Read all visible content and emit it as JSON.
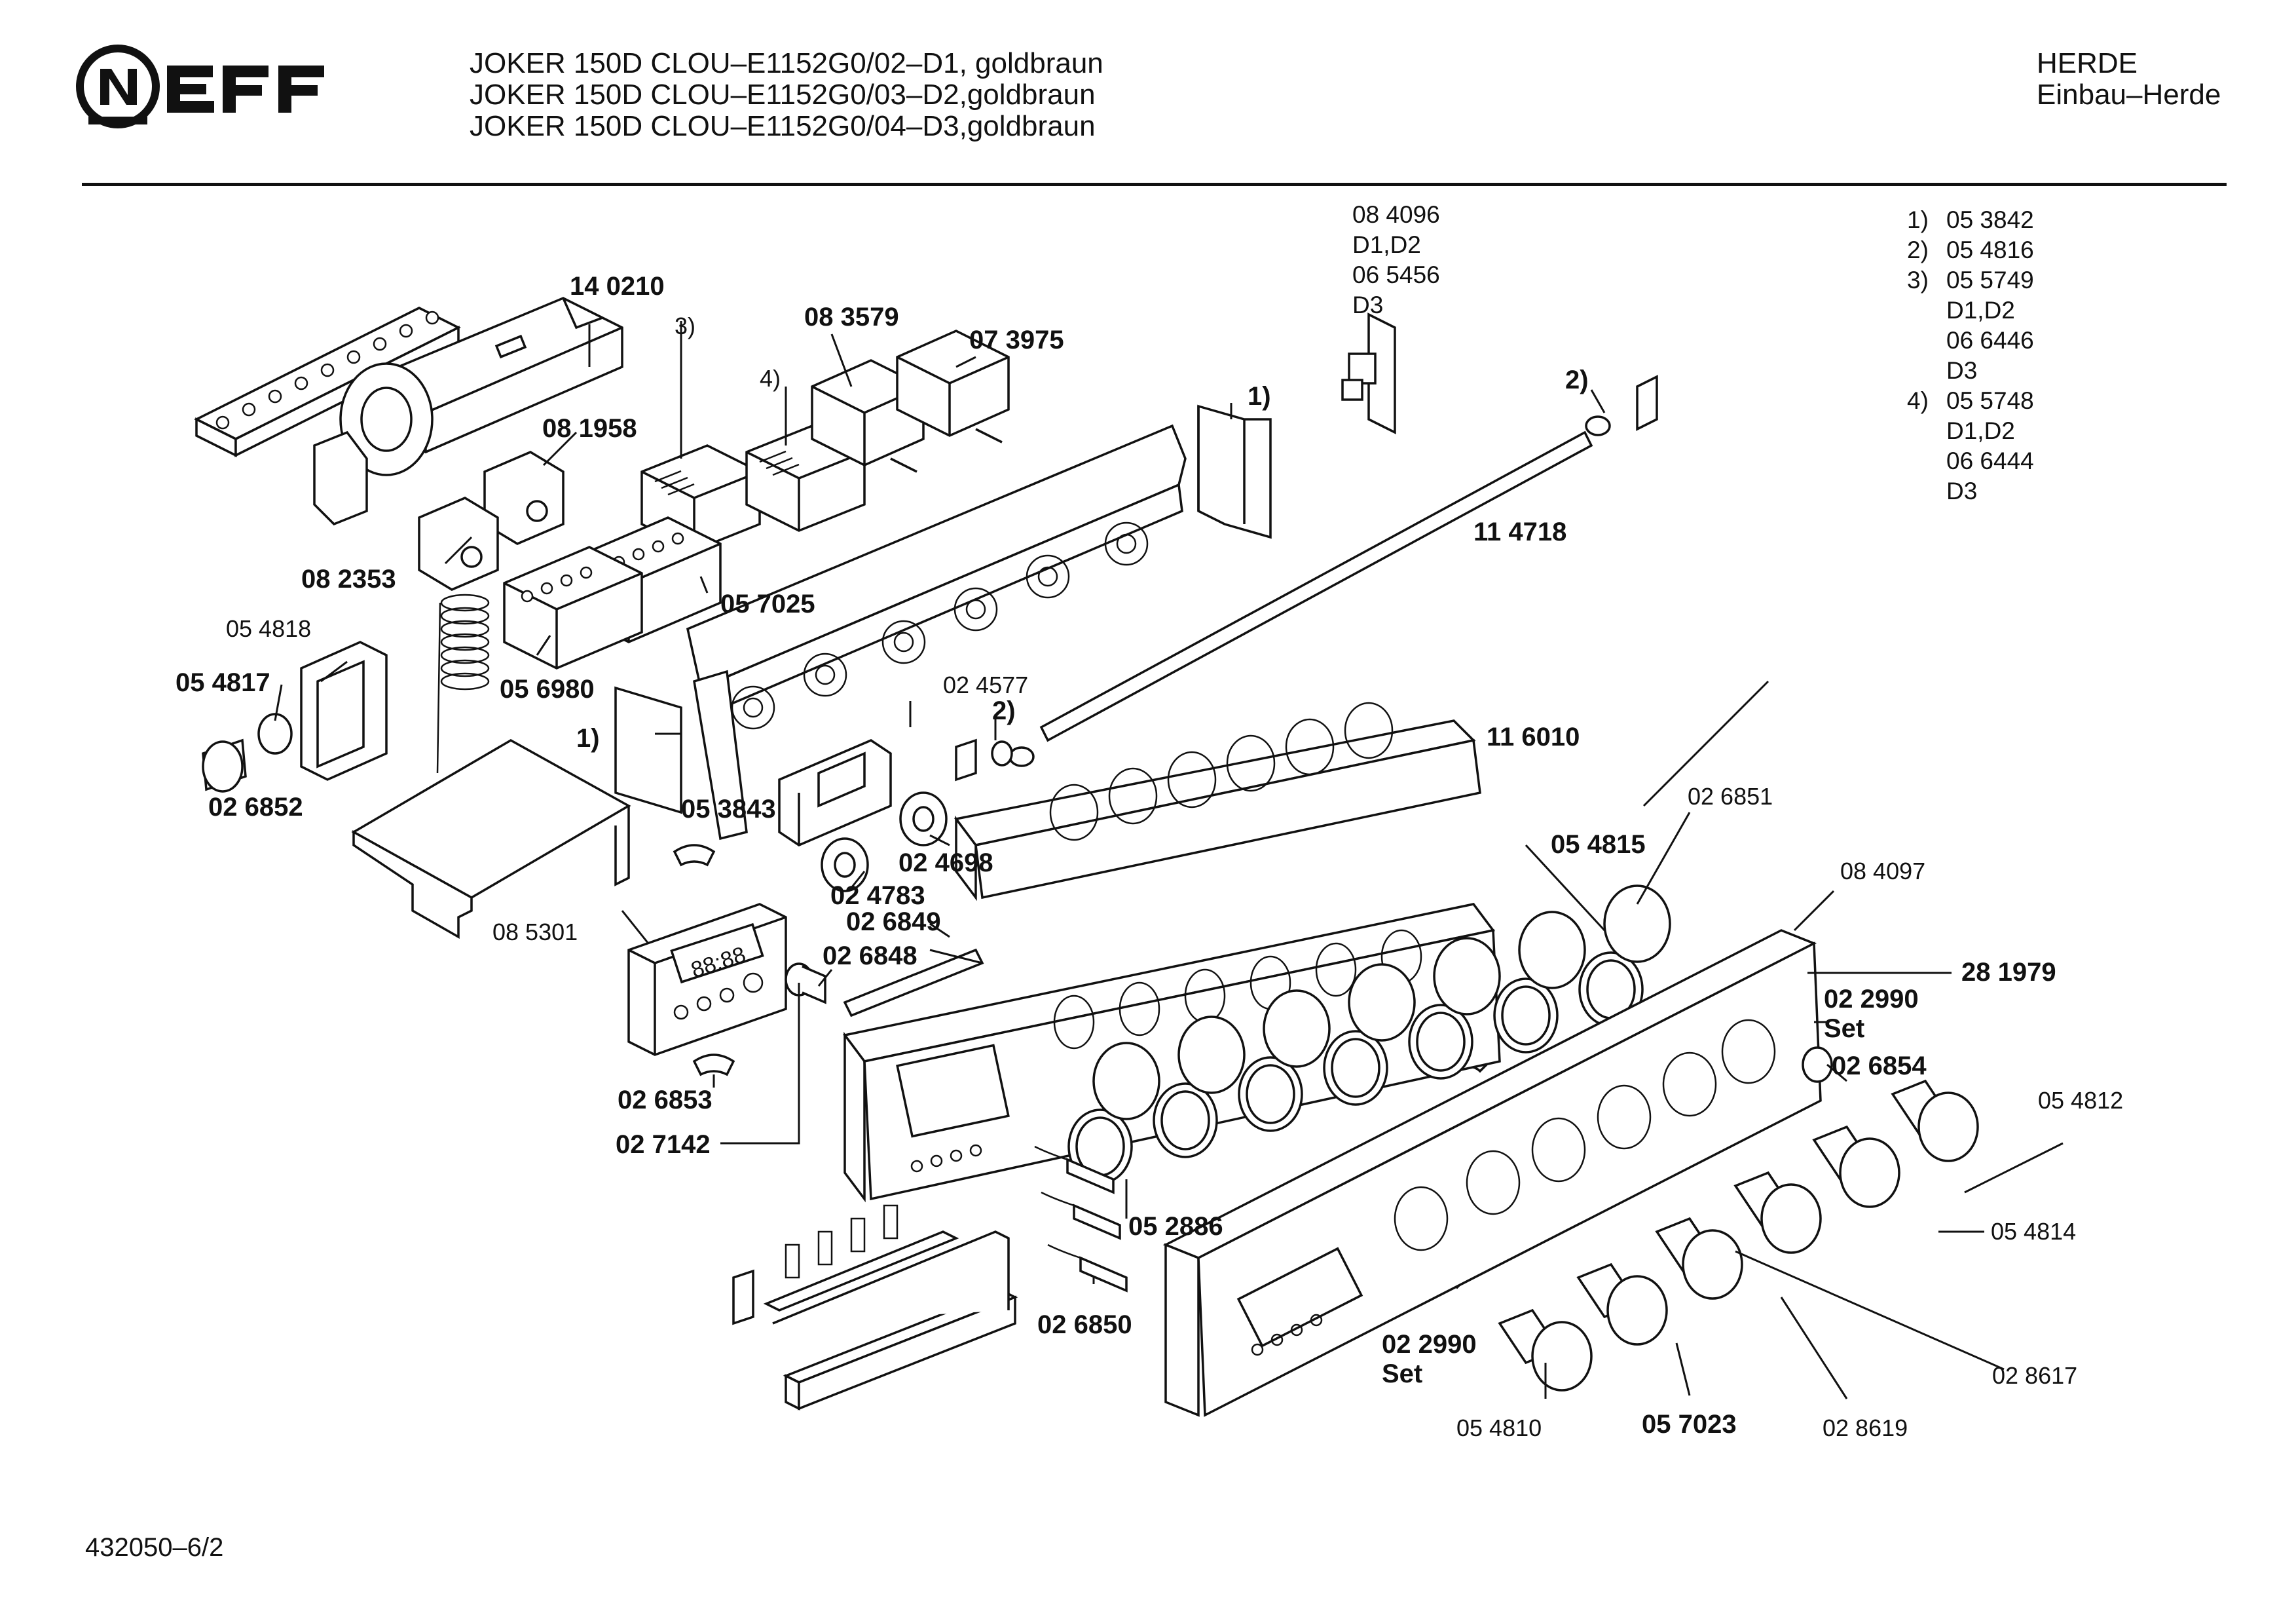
{
  "header": {
    "brand": "NEFF",
    "title_lines": [
      "JOKER 150D CLOU–E1152G0/02–D1, goldbraun",
      "JOKER 150D CLOU–E1152G0/03–D2,goldbraun",
      "JOKER 150D CLOU–E1152G0/04–D3,goldbraun"
    ],
    "category": "HERDE",
    "subcategory": "Einbau–Herde"
  },
  "variant_note": [
    "08 4096",
    "D1,D2",
    "06 5456",
    "D3"
  ],
  "footnotes": [
    {
      "num": "1)",
      "lines": [
        "05 3842"
      ]
    },
    {
      "num": "2)",
      "lines": [
        "05 4816"
      ]
    },
    {
      "num": "3)",
      "lines": [
        "05 5749",
        "D1,D2",
        "06 6446",
        "D3"
      ]
    },
    {
      "num": "4)",
      "lines": [
        "05 5748",
        "D1,D2",
        "06 6444",
        "D3"
      ]
    }
  ],
  "part_labels": {
    "p140210": "14 0210",
    "n3": "3)",
    "p083579": "08 3579",
    "p073975": "07 3975",
    "n4": "4)",
    "p081958": "08 1958",
    "p082353": "08 2353",
    "p057025": "05 7025",
    "p054818": "05 4818",
    "p054817": "05 4817",
    "p056980": "05 6980",
    "n1a": "1)",
    "p026852": "02 6852",
    "p053843": "05 3843",
    "p024577": "02 4577",
    "n2a": "2)",
    "p024698": "02 4698",
    "p024783": "02 4783",
    "p085301": "08 5301",
    "p026849": "02 6849",
    "p026848": "02 6848",
    "p026853": "02 6853",
    "p027142": "02 7142",
    "n1b": "1)",
    "n2b": "2)",
    "p114718": "11 4718",
    "p116010": "11 6010",
    "p026851": "02 6851",
    "p054815": "05 4815",
    "p084097": "08 4097",
    "p281979": "28 1979",
    "p022990a": "02 2990",
    "set_a": "Set",
    "p026854": "02 6854",
    "p054812": "05 4812",
    "p054814": "05 4814",
    "p052886": "05 2886",
    "p026850": "02 6850",
    "p022990b": "02 2990",
    "set_b": "Set",
    "p054810": "05 4810",
    "p057023": "05 7023",
    "p028619": "02 8619",
    "p028617": "02 8617"
  },
  "display_readout": "88:88",
  "footer": "432050–6/2"
}
